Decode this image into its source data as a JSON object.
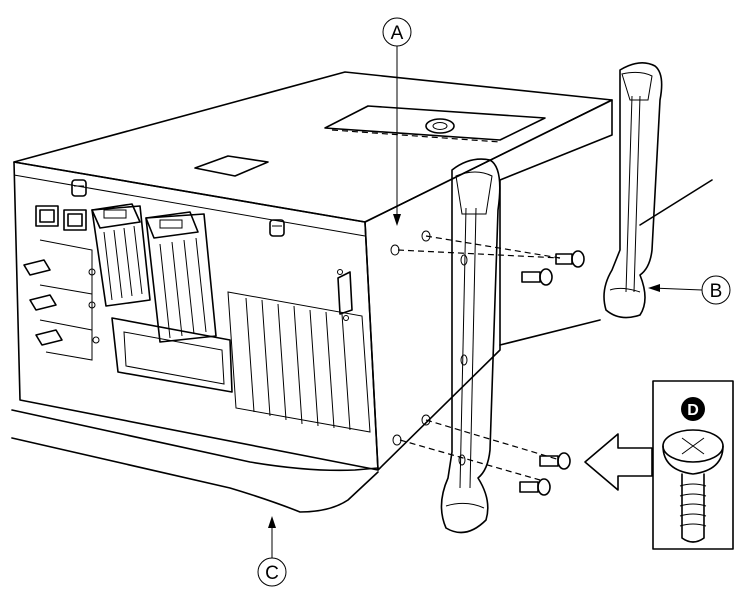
{
  "callouts": {
    "a": {
      "label": "A"
    },
    "b": {
      "label": "B"
    },
    "c": {
      "label": "C"
    },
    "d": {
      "label": "D"
    }
  },
  "colors": {
    "rail_fill": "#8a8a8a",
    "rail_outline": "#000000",
    "bracket_fill": "#b5b5b5",
    "line": "#000000",
    "background": "#ffffff"
  }
}
